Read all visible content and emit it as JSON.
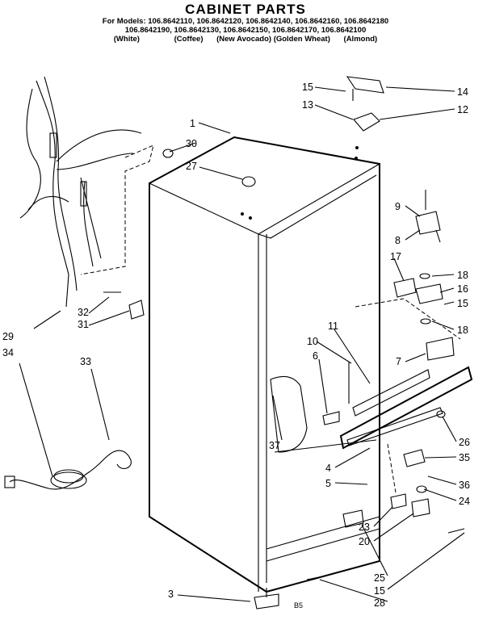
{
  "title": "CABINET PARTS",
  "models_line1": "For Models: 106.8642110, 106.8642120, 106.8642140, 106.8642160, 106.8642180",
  "models_line2": "106.8642190, 106.8642130, 106.8642150, 106.8642170, 106.8642100",
  "colors": [
    "(White)",
    "(Coffee)",
    "(New Avocado)",
    "(Golden Wheat)",
    "(Almond)"
  ],
  "drawing_code": "B5",
  "callouts": [
    "1",
    "3",
    "6",
    "7",
    "8",
    "9",
    "10",
    "11",
    "12",
    "13",
    "14",
    "15",
    "16",
    "17",
    "18",
    "20",
    "23",
    "24",
    "25",
    "26",
    "27",
    "28",
    "29",
    "30",
    "31",
    "32",
    "33",
    "34",
    "35",
    "36",
    "37",
    "4",
    "5"
  ]
}
